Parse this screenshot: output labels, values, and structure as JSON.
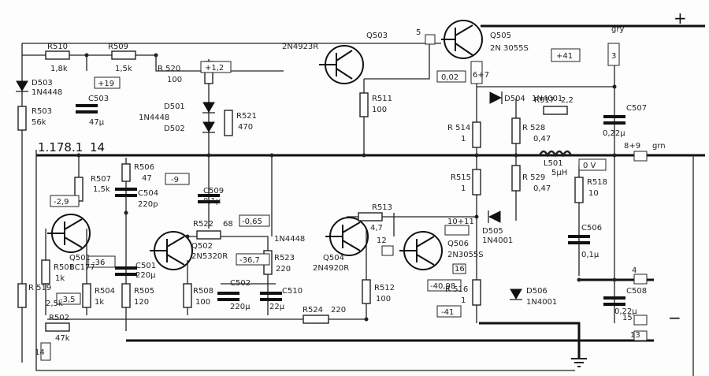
{
  "rails": {
    "pos": "+",
    "neg": "−"
  },
  "board_id": "1.178.1",
  "board_pin": "14",
  "transistors": {
    "q501": {
      "ref": "Q501",
      "type": "BC177"
    },
    "q502": {
      "ref": "Q502",
      "type": "2N5320R"
    },
    "q503": {
      "ref": "Q503",
      "type": "2N4923R"
    },
    "q504": {
      "ref": "Q504",
      "type": "2N4920R"
    },
    "q505": {
      "ref": "Q505",
      "type": "2N 3055S"
    },
    "q506": {
      "ref": "Q506",
      "type": "2N3055S"
    }
  },
  "resistors": {
    "r501": {
      "ref": "R501",
      "value": "1k"
    },
    "r502": {
      "ref": "R502",
      "value": "47k"
    },
    "r503": {
      "ref": "R503",
      "value": "56k"
    },
    "r504": {
      "ref": "R504",
      "value": "1k"
    },
    "r505": {
      "ref": "R505",
      "value": "120"
    },
    "r506": {
      "ref": "R506",
      "value": "47"
    },
    "r507": {
      "ref": "R507",
      "value": "1,5k"
    },
    "r508": {
      "ref": "R508",
      "value": "100"
    },
    "r509": {
      "ref": "R509",
      "value": "1,5k"
    },
    "r510": {
      "ref": "R510",
      "value": "1,8k"
    },
    "r511": {
      "ref": "R511",
      "value": "100"
    },
    "r512": {
      "ref": "R512",
      "value": "100"
    },
    "r513": {
      "ref": "R513",
      "value": "4,7"
    },
    "r514": {
      "ref": "R 514",
      "value": "1"
    },
    "r515": {
      "ref": "R515",
      "value": "1"
    },
    "r516": {
      "ref": "R 516",
      "value": "1"
    },
    "r517": {
      "ref": "R517",
      "value": "2,2"
    },
    "r518": {
      "ref": "R518",
      "value": "10"
    },
    "r519": {
      "ref": "R 519",
      "value": "2,5k"
    },
    "r520": {
      "ref": "R 520",
      "value": "100"
    },
    "r521": {
      "ref": "R521",
      "value": "470"
    },
    "r522": {
      "ref": "R522",
      "value": "68"
    },
    "r523": {
      "ref": "R523",
      "value": "220"
    },
    "r524": {
      "ref": "R524",
      "value": "220"
    },
    "r528": {
      "ref": "R 528",
      "value": "0,47"
    },
    "r529": {
      "ref": "R 529",
      "value": "0,47"
    }
  },
  "capacitors": {
    "c501": {
      "ref": "C501",
      "value": "220µ"
    },
    "c502": {
      "ref": "C502",
      "value": "220µ"
    },
    "c503": {
      "ref": "C503",
      "value": "47µ"
    },
    "c504": {
      "ref": "C504",
      "value": "220p"
    },
    "c506": {
      "ref": "C506",
      "value": "0,1µ"
    },
    "c507": {
      "ref": "C507",
      "value": "0,22µ"
    },
    "c508": {
      "ref": "C508",
      "value": "0,22µ"
    },
    "c509": {
      "ref": "C509",
      "value": "0,1µ"
    },
    "c510": {
      "ref": "C510",
      "value": "22µ"
    }
  },
  "diodes": {
    "d501": {
      "ref": "D501",
      "type": "1N4448"
    },
    "d502": {
      "ref": "D502",
      "type": ""
    },
    "d503": {
      "ref": "D503",
      "type": "1N4448"
    },
    "d504": {
      "ref": "D504",
      "type": "1N4001"
    },
    "d505": {
      "ref": "D505",
      "type": "1N4001"
    },
    "d506": {
      "ref": "D506",
      "type": "1N4001"
    },
    "extra_1n4448": "1N4448"
  },
  "inductor": {
    "ref": "L501",
    "value": "5µH"
  },
  "voltages": {
    "v_p19": "+19",
    "v_p1_2": "+1,2",
    "v_p41": "+41",
    "v_0_02": "0,02",
    "v_m9": "-9",
    "v_m2_9": "-2,9",
    "v_m0_65": "-0,65",
    "v_m36": "-36",
    "v_m36_7": "-36,7",
    "v_m3_5": "-3,5",
    "v_m40_98": "-40,98",
    "v_m41": "-41",
    "v_0v": "0 V"
  },
  "connectors": {
    "c5": "5",
    "c3": "3",
    "c6_7": "6+7",
    "c8_9": "8+9",
    "c10_11": "10+11",
    "c12": "12",
    "c16": "16",
    "c4": "4",
    "c15": "15",
    "c13": "13",
    "c14": "14",
    "gry": "gry",
    "grn": "grn"
  }
}
